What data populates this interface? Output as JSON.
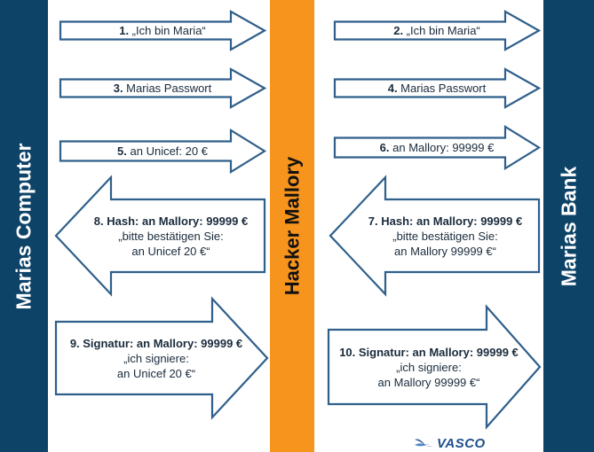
{
  "columns": {
    "left_label": "Marias Computer",
    "middle_label": "Hacker Mallory",
    "right_label": "Marias Bank"
  },
  "steps": {
    "s1": {
      "num": "1.",
      "text": " „Ich bin Maria“"
    },
    "s2": {
      "num": "2.",
      "text": " „Ich bin Maria“"
    },
    "s3": {
      "num": "3.",
      "text": " Marias Passwort"
    },
    "s4": {
      "num": "4.",
      "text": " Marias Passwort"
    },
    "s5": {
      "num": "5.",
      "text": " an Unicef: 20 €"
    },
    "s6": {
      "num": "6.",
      "text": " an Mallory: 99999 €"
    },
    "s7": {
      "title": "7. Hash: an Mallory: 99999 €",
      "line2": "„bitte bestätigen Sie:",
      "line3": "an Mallory 99999 €“"
    },
    "s8": {
      "title": "8. Hash: an Mallory: 99999 €",
      "line2": "„bitte bestätigen Sie:",
      "line3": "an Unicef 20 €“"
    },
    "s9": {
      "title": "9. Signatur: an Mallory: 99999 €",
      "line2": "„ich signiere:",
      "line3": "an Unicef 20 €“"
    },
    "s10": {
      "title": "10. Signatur: an Mallory: 99999 €",
      "line2": "„ich signiere:",
      "line3": "an Mallory 99999 €“"
    }
  },
  "logo": {
    "text": "VASCO",
    "icon": "vasco-logo-icon"
  },
  "colors": {
    "navy": "#0e4368",
    "orange": "#f7941e",
    "arrow_fill": "#ffffff",
    "arrow_stroke": "#2f5f8a",
    "logo_blue": "#1f4e8c"
  }
}
